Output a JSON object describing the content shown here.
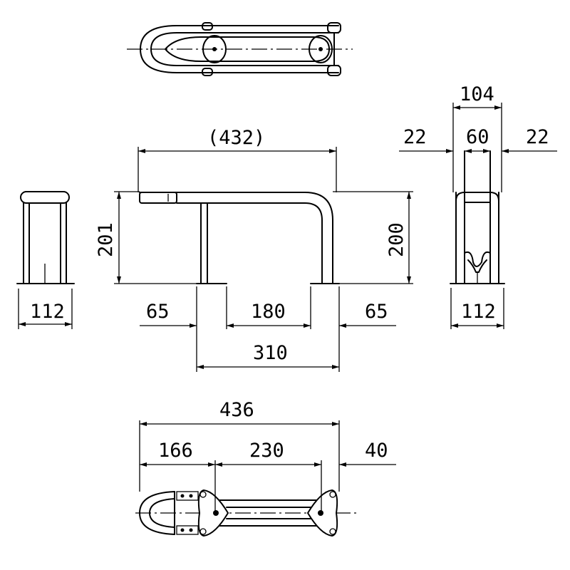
{
  "drawing": {
    "description_labels": {
      "overall_length_ref": "(432)",
      "front_height_left": "201",
      "front_height_right": "200",
      "front_left_offset": "65",
      "front_post_spacing": "180",
      "front_right_offset": "65",
      "front_base_length": "310",
      "left_side_width": "112",
      "right_side_total": "104",
      "right_side_left": "22",
      "right_side_mid": "60",
      "right_side_right": "22",
      "right_side_width": "112",
      "bottom_total": "436",
      "bottom_left": "166",
      "bottom_mid": "230",
      "bottom_right": "40"
    }
  }
}
